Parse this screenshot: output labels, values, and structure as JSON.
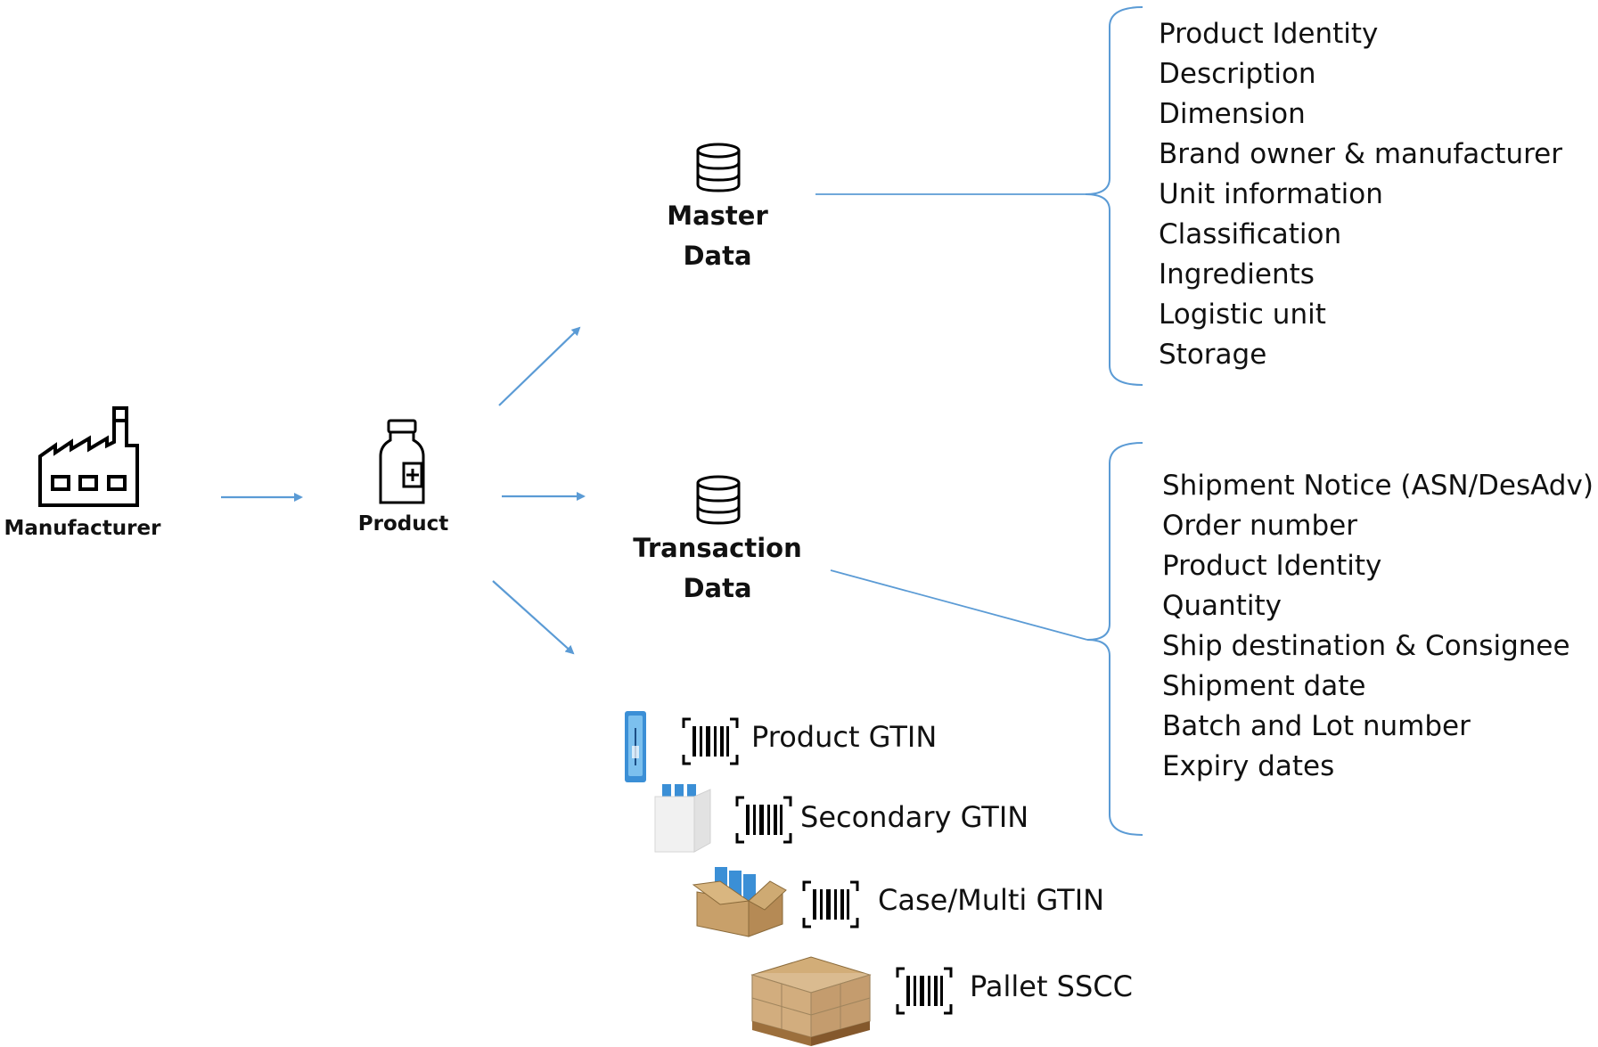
{
  "nodes": {
    "manufacturer": "Manufacturer",
    "product": "Product",
    "master_line1": "Master",
    "master_line2": "Data",
    "transaction_line1": "Transaction",
    "transaction_line2": "Data"
  },
  "master_data_items": [
    "Product Identity",
    "Description",
    "Dimension",
    "Brand owner & manufacturer",
    "Unit information",
    "Classification",
    "Ingredients",
    "Logistic unit",
    "Storage"
  ],
  "transaction_data_items": [
    "Shipment Notice (ASN/DesAdv)",
    "Order number",
    "Product Identity",
    "Quantity",
    "Ship destination & Consignee",
    "Shipment date",
    "Batch and Lot number",
    "Expiry dates"
  ],
  "packaging_levels": [
    "Product GTIN",
    "Secondary GTIN",
    "Case/Multi GTIN",
    "Pallet SSCC"
  ],
  "icons": {
    "factory": "factory-icon",
    "bottle": "medicine-bottle-icon",
    "database": "database-icon",
    "barcode": "barcode-icon"
  },
  "colors": {
    "arrow": "#5b9bd5",
    "bracket": "#5b9bd5",
    "text": "#111111"
  }
}
